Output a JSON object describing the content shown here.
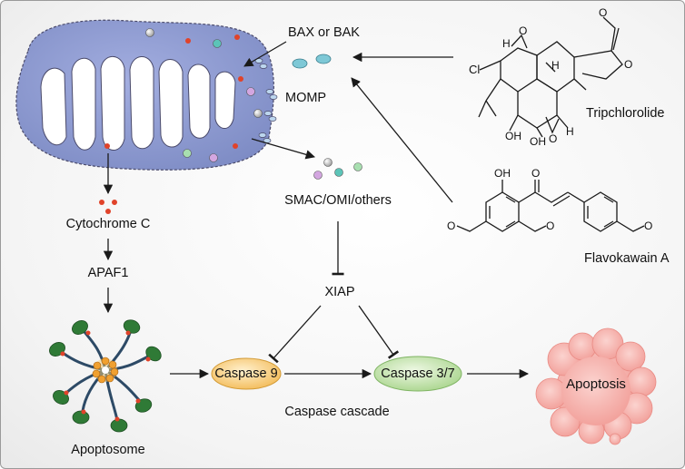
{
  "labels": {
    "bax_bak": "BAX or BAK",
    "momp": "MOMP",
    "smac": "SMAC/OMI/others",
    "cytochrome_c": "Cytochrome C",
    "apaf1": "APAF1",
    "apoptosome": "Apoptosome",
    "xiap": "XIAP",
    "caspase9": "Caspase 9",
    "caspase37": "Caspase 3/7",
    "caspase_cascade": "Caspase cascade",
    "apoptosis": "Apoptosis",
    "tripchlorolide": "Tripchlorolide",
    "flavokawain": "Flavokawain A"
  },
  "chem": {
    "cl": "Cl",
    "h": "H",
    "o": "O",
    "oh": "OH"
  },
  "colors": {
    "mito_fill": "#8f9ccc",
    "mito_cristae": "#ffffff",
    "bax_blue": "#7ec8d6",
    "caspase9_fill": "#f6c772",
    "caspase37_fill": "#b9dea0",
    "apoptosis_fill": "#f4a9a4",
    "dot_red": "#e0432a",
    "leaf_green": "#2f7a36",
    "hub_orange": "#f0a030"
  }
}
